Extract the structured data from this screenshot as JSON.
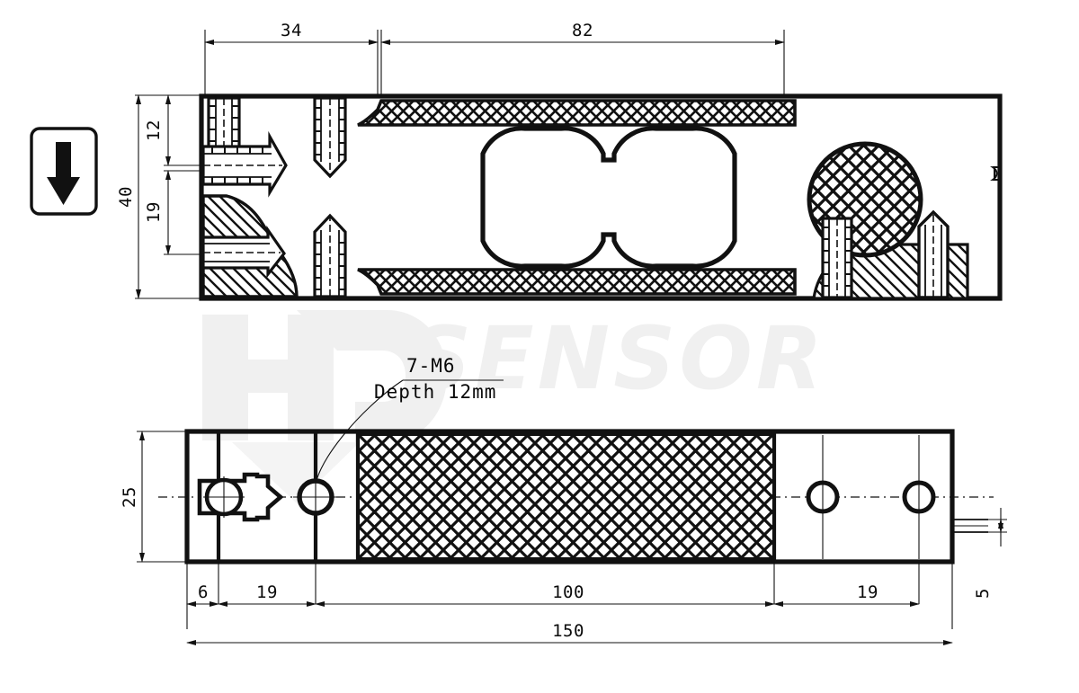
{
  "drawing": {
    "title": "Load cell dimensional drawing",
    "units": "mm",
    "background_color": "#ffffff",
    "line_color": "#111111",
    "watermark": {
      "logo_text": "HD",
      "brand_text": "SENSOR",
      "color": "#f0f0f0"
    },
    "load_direction_indicator": {
      "name": "load-direction-arrow",
      "direction": "down"
    },
    "notes": [
      {
        "line1": "7-M6",
        "line2": "Depth 12mm"
      }
    ],
    "views": [
      {
        "id": "side-view",
        "label": "side-section-view"
      },
      {
        "id": "plan-view",
        "label": "top-plan-view"
      }
    ],
    "dimensions": {
      "top_view": [
        {
          "name": "dim-34",
          "value": "34",
          "orientation": "horizontal"
        },
        {
          "name": "dim-82",
          "value": "82",
          "orientation": "horizontal"
        },
        {
          "name": "dim-12",
          "value": "12",
          "orientation": "vertical"
        },
        {
          "name": "dim-19-left",
          "value": "19",
          "orientation": "vertical"
        },
        {
          "name": "dim-40",
          "value": "40",
          "orientation": "vertical"
        }
      ],
      "bottom_view": [
        {
          "name": "dim-25",
          "value": "25",
          "orientation": "vertical"
        },
        {
          "name": "dim-6",
          "value": "6",
          "orientation": "horizontal"
        },
        {
          "name": "dim-19-a",
          "value": "19",
          "orientation": "horizontal"
        },
        {
          "name": "dim-100",
          "value": "100",
          "orientation": "horizontal"
        },
        {
          "name": "dim-19-b",
          "value": "19",
          "orientation": "horizontal"
        },
        {
          "name": "dim-150",
          "value": "150",
          "orientation": "horizontal"
        },
        {
          "name": "dim-5",
          "value": "5",
          "orientation": "vertical"
        }
      ]
    }
  }
}
